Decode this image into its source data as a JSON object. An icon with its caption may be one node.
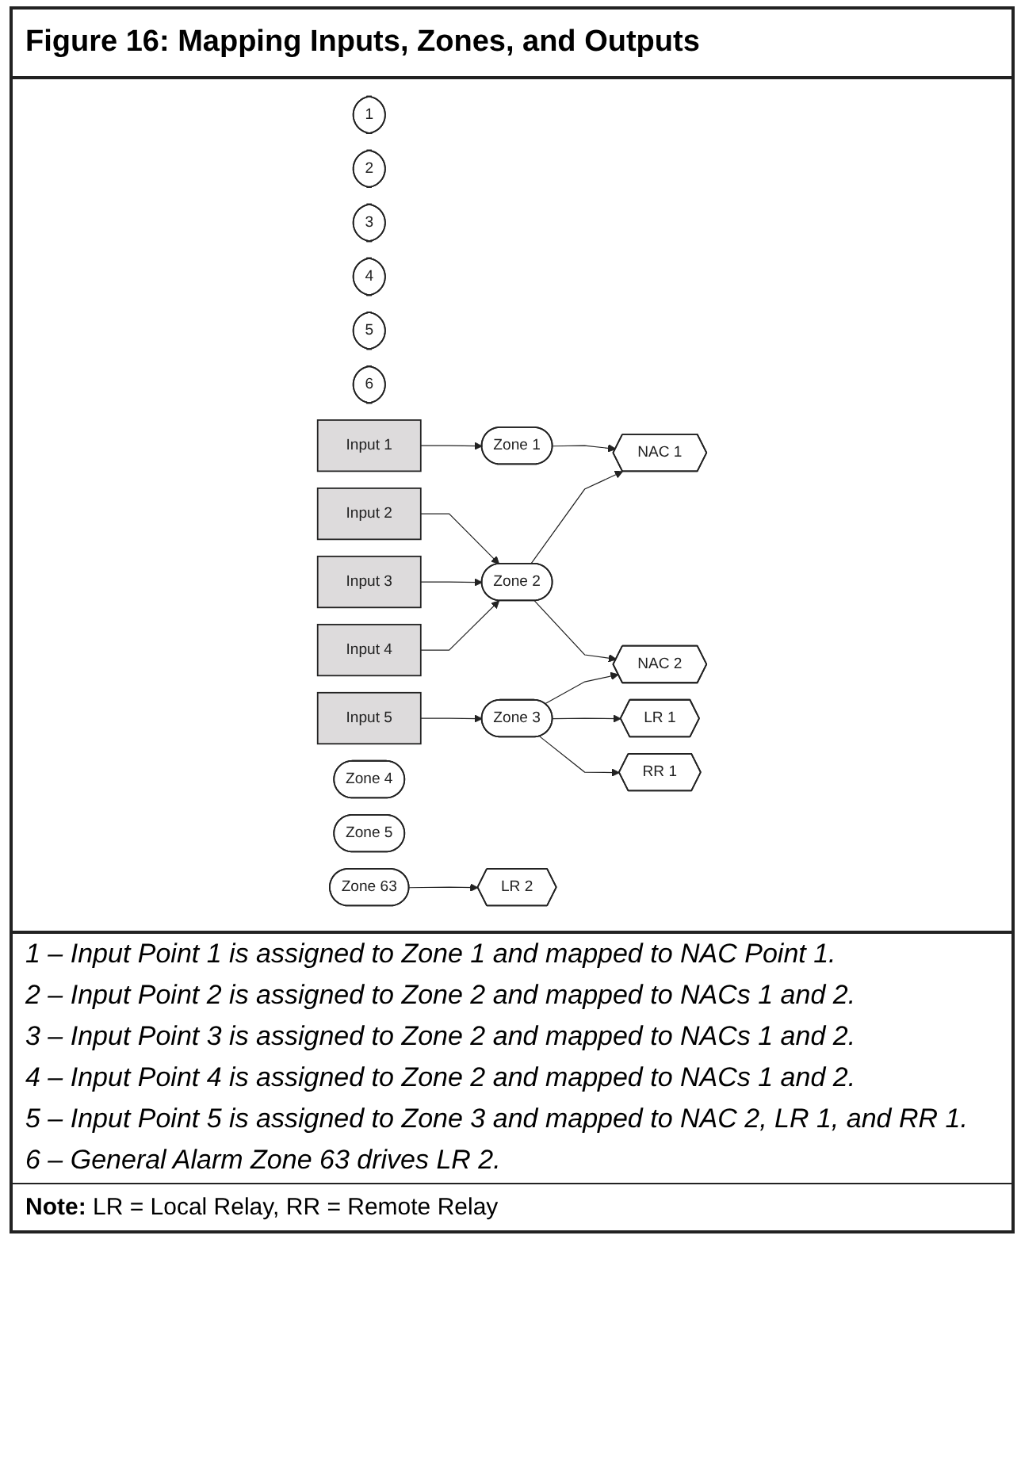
{
  "diagram": {
    "title": "Figure 16:   Mapping Inputs, Zones, and Outputs",
    "nodes": [
      {
        "text": [
          "1"
        ]
      },
      {
        "text": [
          "2"
        ]
      },
      {
        "text": [
          "3"
        ]
      },
      {
        "text": [
          "4"
        ]
      },
      {
        "text": [
          "5"
        ]
      },
      {
        "text": [
          "6"
        ]
      },
      {
        "text": [
          "Input 1"
        ]
      },
      {
        "text": [
          "Input 2"
        ]
      },
      {
        "text": [
          "Input 3"
        ]
      },
      {
        "text": [
          "Input 4"
        ]
      },
      {
        "text": [
          "Input 5"
        ]
      },
      {
        "text": [
          "Zone 1"
        ]
      },
      {
        "text": [
          "Zone 2"
        ]
      },
      {
        "text": [
          "Zone 3"
        ]
      },
      {
        "text": [
          "Zone 4"
        ]
      },
      {
        "text": [
          "Zone 5"
        ]
      },
      {
        "text": [
          "Zone 63"
        ]
      },
      {
        "text": [
          "NAC 1"
        ]
      },
      {
        "text": [
          "NAC 2"
        ]
      },
      {
        "text": [
          "LR 1"
        ]
      },
      {
        "text": [
          "LR 2"
        ]
      },
      {
        "text": [
          "RR 1"
        ]
      }
    ],
    "edges": [
      {
        "from": 6,
        "to": 11,
        "arrow": "to"
      },
      {
        "from": 7,
        "to": 12,
        "arrow": "to"
      },
      {
        "from": 8,
        "to": 12,
        "arrow": "to"
      },
      {
        "from": 9,
        "to": 12,
        "arrow": "to"
      },
      {
        "from": 10,
        "to": 13,
        "arrow": "to"
      },
      {
        "from": 11,
        "to": 17,
        "arrow": "to"
      },
      {
        "from": 12,
        "to": 17,
        "arrow": "to"
      },
      {
        "from": 12,
        "to": 18,
        "arrow": "to"
      },
      {
        "from": 13,
        "to": 18,
        "arrow": "to"
      },
      {
        "from": 13,
        "to": 19,
        "arrow": "to"
      },
      {
        "from": 13,
        "to": 21,
        "arrow": "to"
      },
      {
        "from": 16,
        "to": 20,
        "arrow": "to"
      }
    ],
    "labels": [
      "1 – Input Point 1 is assigned to Zone 1 and mapped to NAC Point 1.",
      "2 – Input Point 2 is assigned to Zone 2 and mapped to NACs 1 and 2.",
      "3 – Input Point 3 is assigned to Zone 2 and mapped to NACs 1 and 2.",
      "4 – Input Point 4 is assigned to Zone 2 and mapped to NACs 1 and 2.",
      "5 – Input Point 5 is assigned to Zone 3 and mapped to NAC 2, LR 1, and RR 1.",
      "6 – General Alarm Zone 63 drives LR 2.",
      "**Note:** LR = Local Relay, RR = Remote Relay"
    ]
  }
}
